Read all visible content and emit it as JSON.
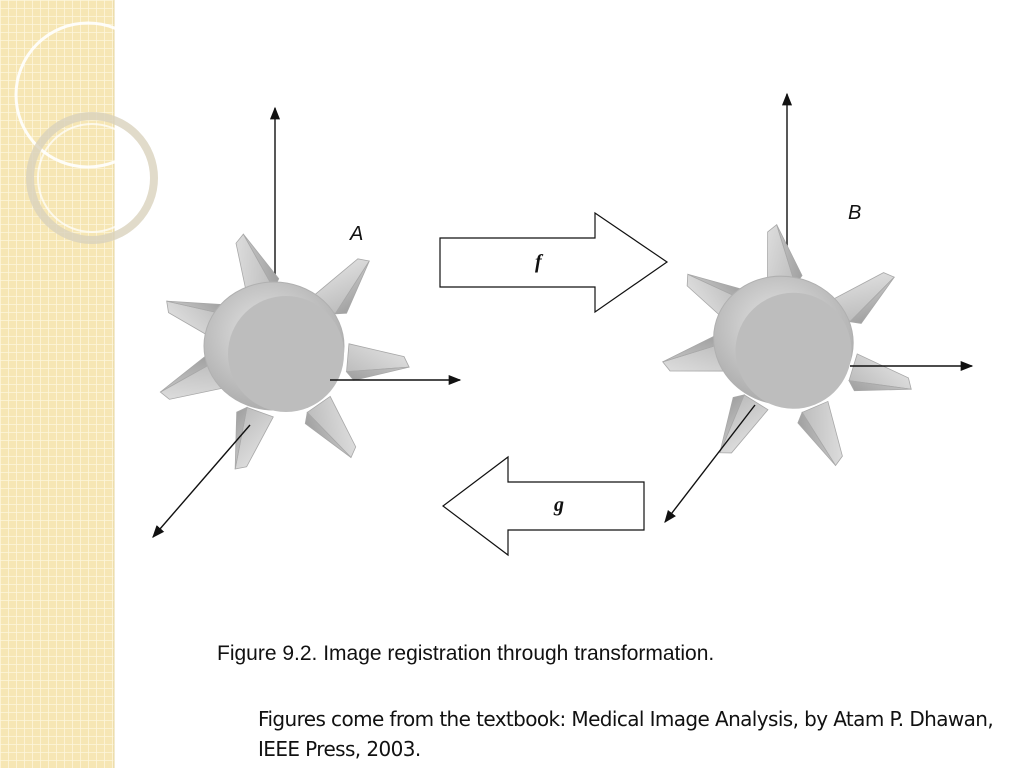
{
  "diagram": {
    "object_a_label": "A",
    "object_b_label": "B",
    "forward_transform_label": "f",
    "inverse_transform_label": "g"
  },
  "caption": "Figure 9.2. Image registration through transformation.",
  "source_note": "Figures come from the textbook: Medical Image Analysis, by Atam P. Dhawan, IEEE Press, 2003."
}
